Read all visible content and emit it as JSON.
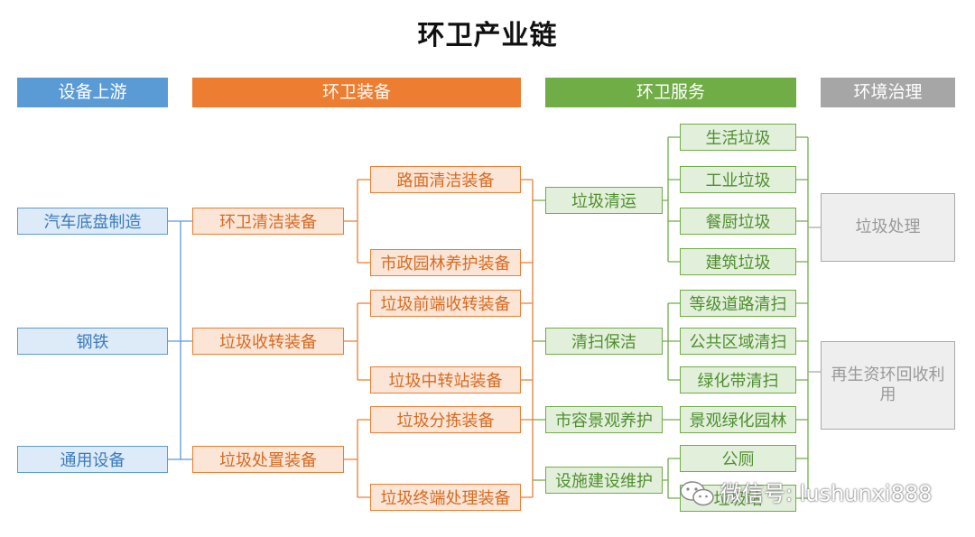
{
  "title": "环卫产业链",
  "headers": [
    "设备上游",
    "环卫装备",
    "环卫服务",
    "环境治理"
  ],
  "upstream": [
    "汽车底盘制造",
    "钢铁",
    "通用设备"
  ],
  "equipment_l1": [
    "环卫清洁装备",
    "垃圾收转装备",
    "垃圾处置装备"
  ],
  "equipment_l2": [
    "路面清洁装备",
    "市政园林养护装备",
    "垃圾前端收转装备",
    "垃圾中转站装备",
    "垃圾分拣装备",
    "垃圾终端处理装备"
  ],
  "service_l1": [
    "垃圾清运",
    "清扫保洁",
    "市容景观养护",
    "设施建设维护"
  ],
  "service_l2": [
    "生活垃圾",
    "工业垃圾",
    "餐厨垃圾",
    "建筑垃圾",
    "等级道路清扫",
    "公共区域清扫",
    "绿化带清扫",
    "景观绿化园林",
    "公厕",
    "垃圾站"
  ],
  "governance": [
    "垃圾处理",
    "再生资环回收利用"
  ],
  "watermark": "微信号: lushunxi888",
  "colors": {
    "blue": "#5b9bd5",
    "orange": "#ed7d31",
    "green": "#70ad47",
    "gray": "#a6a6a6"
  },
  "icons": {
    "watermark": "wechat-icon"
  }
}
